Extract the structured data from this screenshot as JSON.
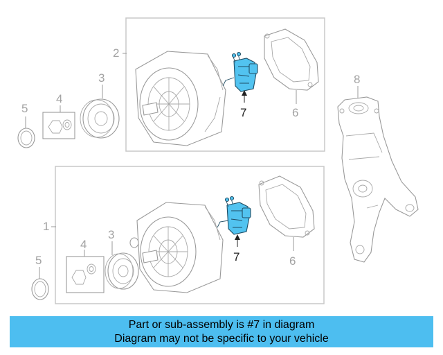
{
  "callouts": {
    "c1": "1",
    "c2": "2",
    "c3a": "3",
    "c3b": "3",
    "c4a": "4",
    "c4b": "4",
    "c5a": "5",
    "c5b": "5",
    "c6a": "6",
    "c6b": "6",
    "c7a": "7",
    "c7b": "7",
    "c8": "8"
  },
  "banner": {
    "line1": "Part or sub-assembly is #7 in diagram",
    "line2": "Diagram may not be specific to your vehicle",
    "color": "#4dbef0"
  },
  "highlight_color": "#52c3f0"
}
